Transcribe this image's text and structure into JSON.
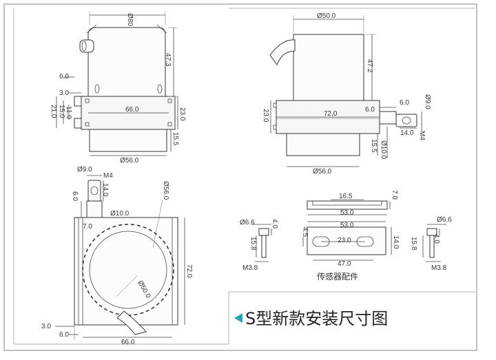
{
  "title": "S型新款安装尺寸图",
  "accessories_caption": "传感器配件",
  "colors": {
    "accent": "#2aa3b5",
    "frame": "#888888",
    "ink": "#333333"
  },
  "front_view": {
    "d_top": "Ø80",
    "h_top": "47.3",
    "d6": "6.0",
    "d3": "3.0",
    "d21": "21.0",
    "d15": "15.0",
    "d11": "11.0",
    "w66": "66.0",
    "h23": "23.0",
    "h15_5": "15.5",
    "d56": "Ø56.0"
  },
  "side_view": {
    "d50": "Ø50.0",
    "h47_2": "47.2",
    "h23": "23.0",
    "w72": "72.0",
    "d6a": "6.0",
    "d6b": "6.0",
    "d9": "Ø9.0",
    "d14": "14.0",
    "m4": "M4",
    "h15_5": "15.5",
    "d10": "Ø10.0",
    "d56": "Ø56.0"
  },
  "top_view": {
    "d9": "Ø9.0",
    "m4": "M4",
    "d14": "14.0",
    "d6": "6.0",
    "d10": "Ø10.0",
    "d56": "Ø56.0",
    "d7": "7.0",
    "d50": "Ø50.0",
    "h72": "72.0",
    "d3": "3.0",
    "d6b": "6.0",
    "w66": "66.0"
  },
  "accessories": {
    "bracket_w16_5": "16.5",
    "bracket_h7": "7.0",
    "bracket_w53": "53.0",
    "plate_w53": "53.0",
    "plate_d4_5": "4.5",
    "plate_slot23": "23.0",
    "plate_h14": "14.0",
    "plate_w47": "47.0",
    "screw_left_d": "Ø6.6",
    "screw_left_h4": "4.0",
    "screw_left_len": "15.8",
    "screw_left_m": "M3.8",
    "screw_right_d": "Ø6.6",
    "screw_right_h4": "4.0",
    "screw_right_len": "15.8",
    "screw_right_m": "M3.8"
  }
}
